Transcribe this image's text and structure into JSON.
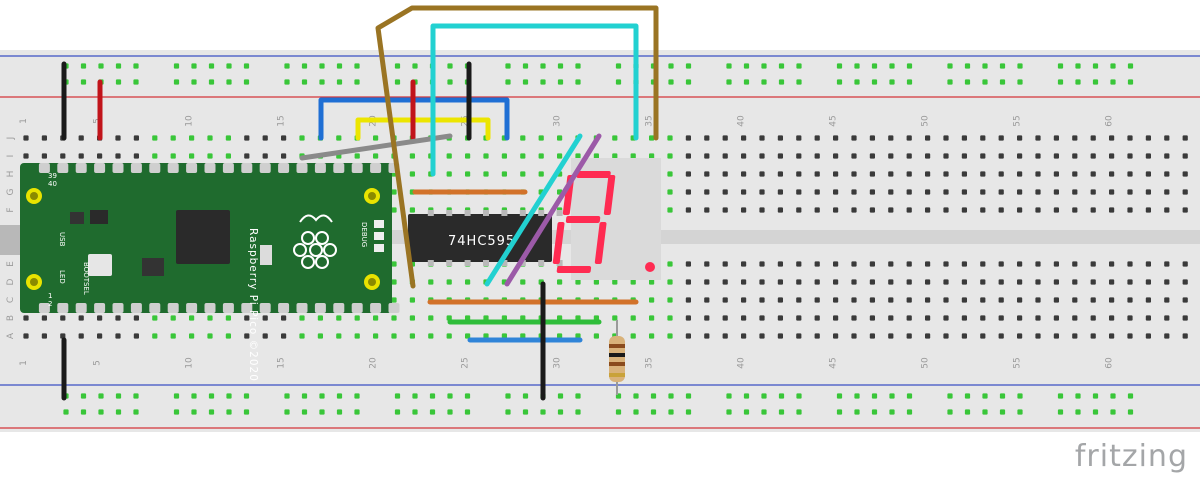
{
  "app": {
    "watermark": "fritzing"
  },
  "colors": {
    "board": "#e7e7e7",
    "board_dark": "#d4d4d4",
    "hole": "#3a3a3a",
    "hole_active": "#39c639",
    "rail_red": "#d4343a",
    "rail_blue": "#3b4fc4",
    "pico_green": "#1f6b2e",
    "pico_pad": "#e9e300",
    "chip": "#2a2a2a",
    "segment_on": "#ff2b52",
    "segment_body": "#dadada",
    "wire_black": "#1a1a1a",
    "wire_red": "#c1141b",
    "wire_blue": "#1f6fd4",
    "wire_yellow": "#ece500",
    "wire_cyan": "#22d1d1",
    "wire_brown": "#9a7423",
    "wire_gray": "#8a8a8a",
    "wire_orange": "#d2722a",
    "wire_green": "#2fbd3a",
    "wire_lightblue": "#2f84d8",
    "wire_purple": "#9c5aa8"
  },
  "breadboard": {
    "column_numbers": [
      "1",
      "5",
      "10",
      "15",
      "20",
      "25",
      "30",
      "35",
      "40",
      "45",
      "50",
      "55",
      "60"
    ],
    "row_letters_top": [
      "J",
      "I",
      "H",
      "G",
      "F"
    ],
    "row_letters_bottom": [
      "E",
      "D",
      "C",
      "B",
      "A"
    ]
  },
  "pico": {
    "brand": "Raspberry Pi Pico ©2020",
    "usb": "USB",
    "bootsel": "BOOTSEL",
    "led": "LED",
    "debug": "DEBUG",
    "pin1": "1",
    "pin2": "2",
    "pin39": "39",
    "pin40": "40",
    "logo": "raspberry-logo"
  },
  "chip": {
    "label": "74HC595"
  },
  "display": {
    "digit": "8."
  }
}
